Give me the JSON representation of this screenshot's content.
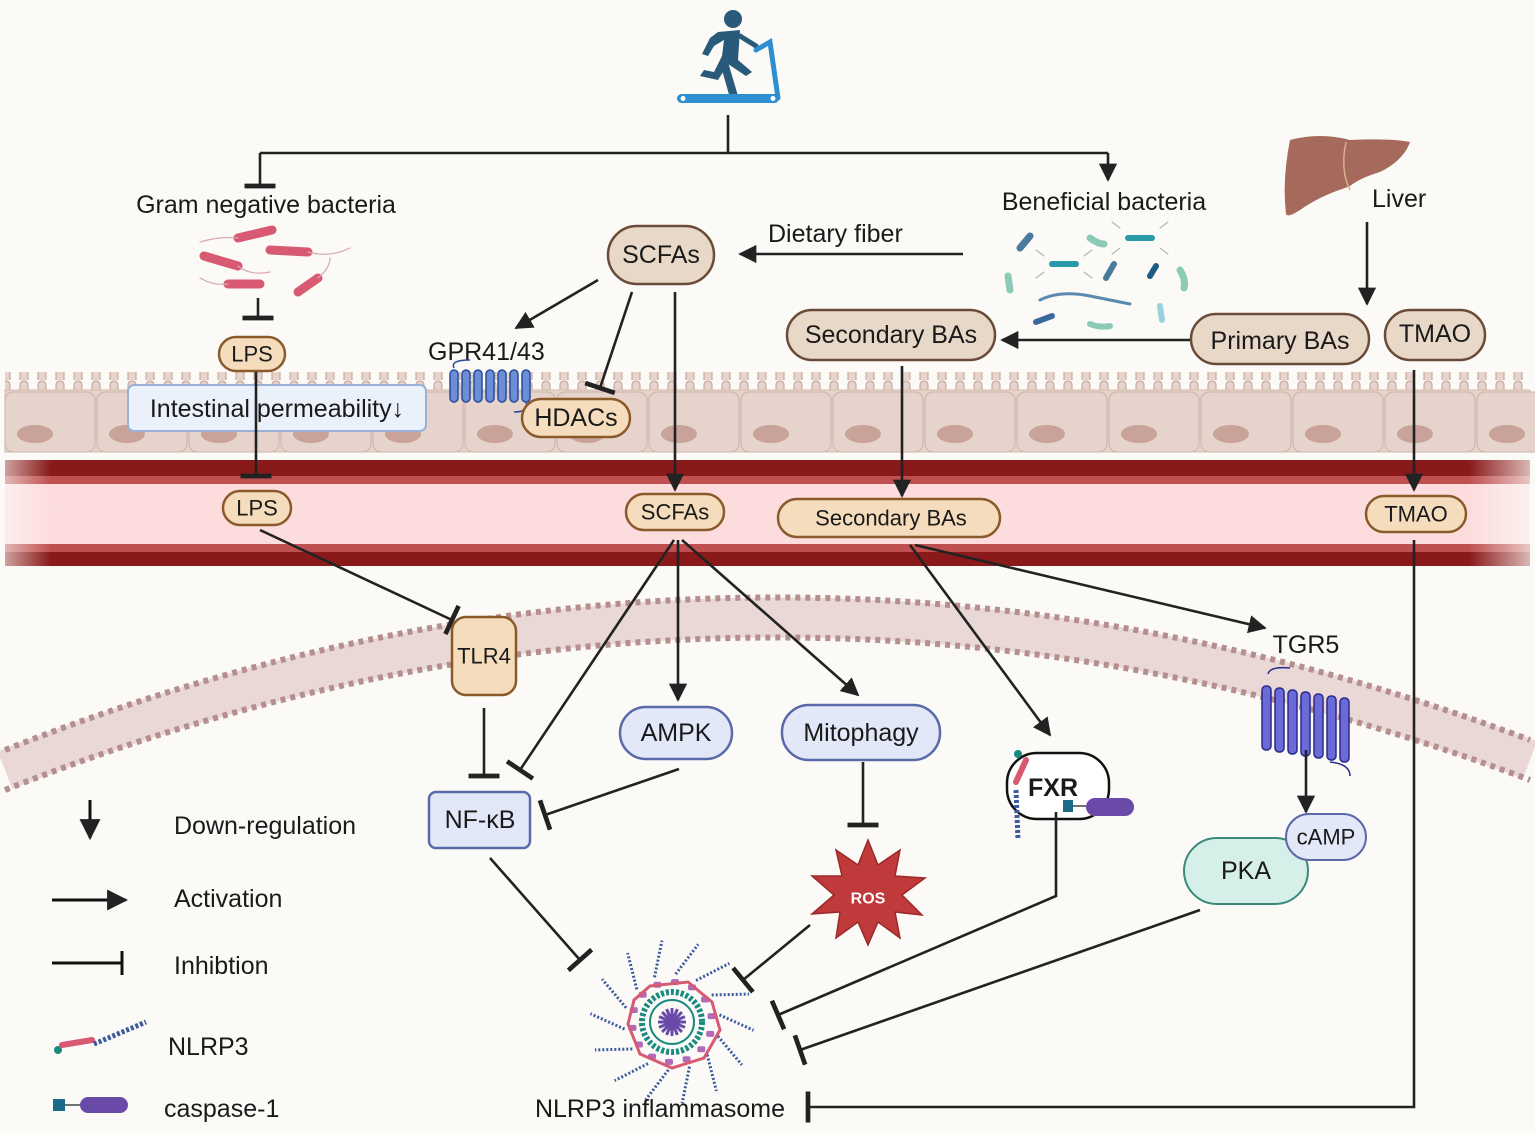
{
  "title": "Exercise regulates NLRP3 inflammasome via gut microbiota metabolites",
  "labels": {
    "gram_negative": "Gram negative bacteria",
    "beneficial": "Beneficial bacteria",
    "liver": "Liver",
    "dietary_fiber": "Dietary fiber",
    "gpr": "GPR41/43",
    "intestinal_permeability": "Intestinal permeability↓",
    "tgr5": "TGR5",
    "inflammasome": "NLRP3 inflammasome"
  },
  "nodes": {
    "scfas_lumen": "SCFAs",
    "lps_lumen": "LPS",
    "secondary_bas_lumen": "Secondary BAs",
    "primary_bas": "Primary BAs",
    "tmao_lumen": "TMAO",
    "hdacs": "HDACs",
    "lps_blood": "LPS",
    "scfas_blood": "SCFAs",
    "secondary_bas_blood": "Secondary BAs",
    "tmao_blood": "TMAO",
    "tlr4": "TLR4",
    "ampk": "AMPK",
    "mitophagy": "Mitophagy",
    "nfkb": "NF-κB",
    "ros": "ROS",
    "fxr": "FXR",
    "camp": "cAMP",
    "pka": "PKA"
  },
  "legend": [
    {
      "icon": "down-arrow-icon",
      "label": "Down-regulation"
    },
    {
      "icon": "activation-arrow-icon",
      "label": "Activation"
    },
    {
      "icon": "inhibition-bar-icon",
      "label": "Inhibtion"
    },
    {
      "icon": "nlrp3-icon",
      "label": "NLRP3"
    },
    {
      "icon": "caspase-1-icon",
      "label": "caspase-1"
    }
  ],
  "colors": {
    "node_tan": "#e8d8c8",
    "node_peach": "#f5dcbc",
    "node_blue": "#e3e8f8",
    "node_border_brown": "#7a5230",
    "node_border_blue": "#5a6aa8",
    "blood_vessel_dark": "#8a1a1a",
    "blood_lumen": "#fcdcdc",
    "epithelium": "#e6d3cb",
    "membrane": "#b58f8f",
    "treadmill_blue": "#2d8fd0",
    "runner": "#2a5a7a",
    "ros_red": "#c0393b",
    "pka_teal": "#d6efe9"
  }
}
